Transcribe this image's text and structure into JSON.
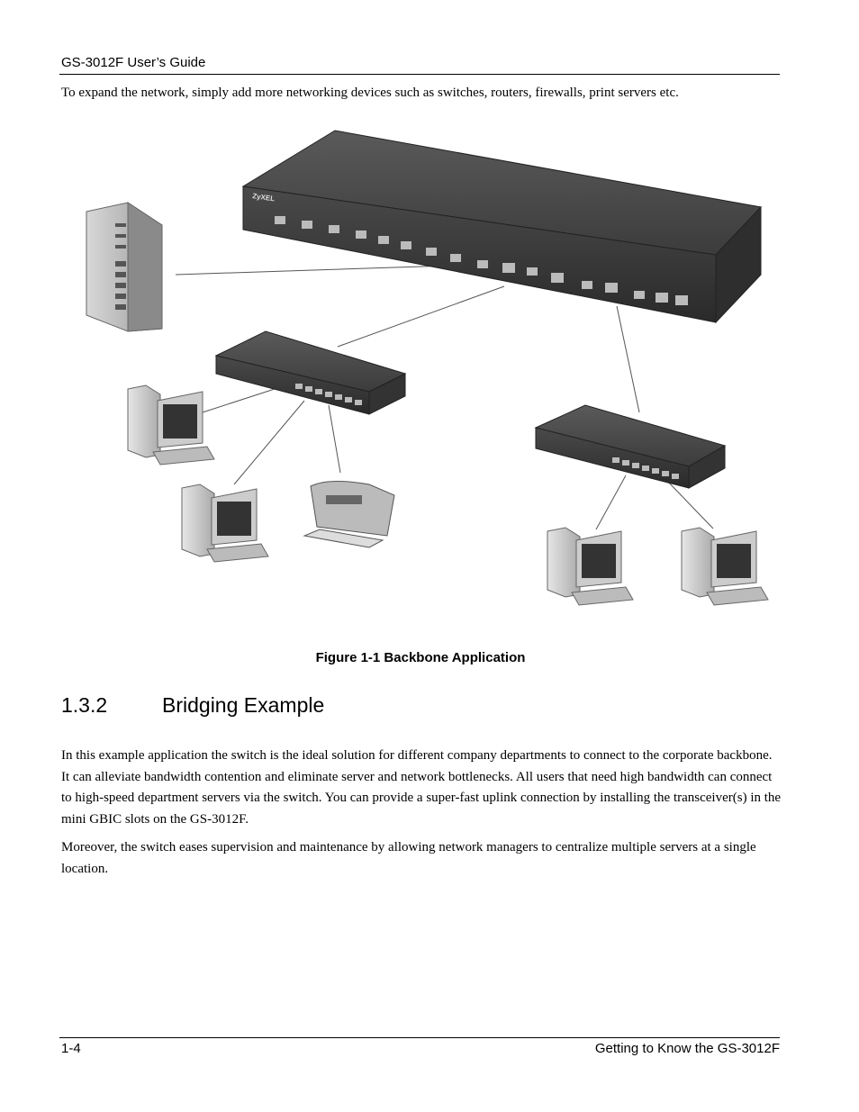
{
  "header": {
    "title": "GS-3012F User’s Guide"
  },
  "intro": "To expand the network, simply add more networking devices such as switches, routers, firewalls, print servers etc.",
  "figure": {
    "caption": "Figure 1-1 Backbone Application",
    "brand_label": "ZyXEL"
  },
  "section": {
    "number": "1.3.2",
    "title": "Bridging Example",
    "paragraphs": [
      "In this example application the switch is the ideal solution for different company departments to connect to the corporate backbone. It can alleviate bandwidth contention and eliminate server and network bottlenecks. All users that need high bandwidth can connect to high-speed department servers via the switch. You can provide a super-fast uplink connection by installing the transceiver(s) in the mini GBIC slots on the GS-3012F.",
      "Moreover, the switch eases supervision and maintenance by allowing network managers to centralize multiple servers at a single location."
    ]
  },
  "footer": {
    "page": "1-4",
    "chapter": "Getting to Know the GS-3012F"
  }
}
